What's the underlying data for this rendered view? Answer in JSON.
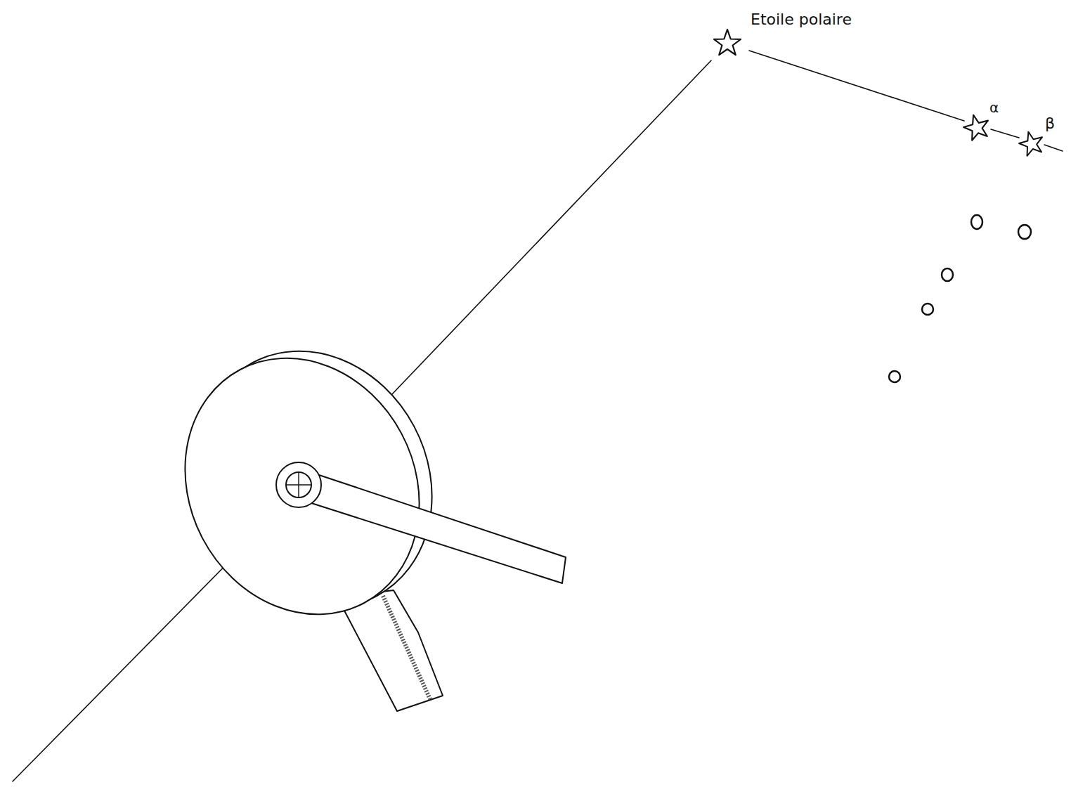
{
  "diagram": {
    "labels": [
      "Etoile polaire",
      "α",
      "β"
    ]
  }
}
